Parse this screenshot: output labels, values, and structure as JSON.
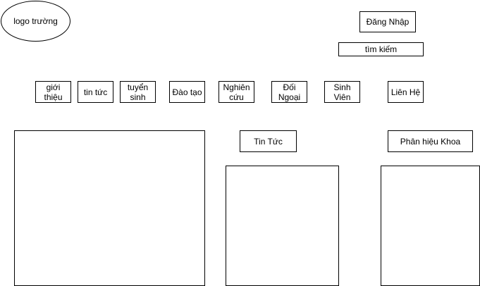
{
  "header": {
    "logo_label": "logo trường",
    "login_label": "Đăng Nhập",
    "search_label": "tìm kiếm"
  },
  "nav": {
    "items": [
      {
        "label": "giới\nthiệu"
      },
      {
        "label": "tin tức"
      },
      {
        "label": "tuyển\nsinh"
      },
      {
        "label": "Đào tạo"
      },
      {
        "label": "Nghiên\ncứu"
      },
      {
        "label": "Đối\nNgoại"
      },
      {
        "label": "Sinh\nViên"
      },
      {
        "label": "Liên Hệ"
      }
    ]
  },
  "content": {
    "news_title": "Tin Tức",
    "branch_title": "Phân hiệu Khoa"
  }
}
